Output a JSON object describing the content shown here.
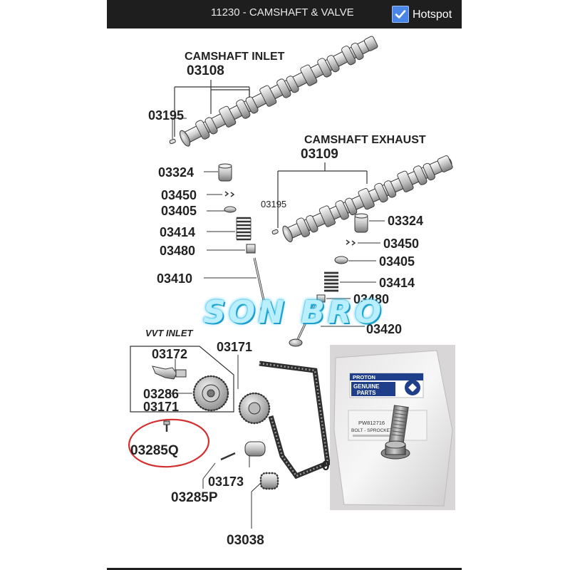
{
  "header": {
    "title": "11230 - CAMSHAFT & VALVE",
    "hotspot_label": "Hotspot",
    "hotspot_checked": true
  },
  "diagram": {
    "camshaft_inlet_title": "CAMSHAFT INLET",
    "camshaft_inlet_code": "03108",
    "camshaft_exhaust_title": "CAMSHAFT EXHAUST",
    "camshaft_exhaust_code": "03109",
    "vvt_inlet_title": "VVT INLET",
    "left_parts": {
      "key_inlet": "03195",
      "lifter": "03324",
      "collet": "03450",
      "retainer": "03405",
      "spring": "03414",
      "seal": "03480",
      "valve": "03410"
    },
    "right_parts": {
      "key_exhaust": "03195",
      "lifter": "03324",
      "collet": "03450",
      "retainer": "03405",
      "spring": "03414",
      "seal": "03480",
      "valve": "03420"
    },
    "vvt_parts": {
      "solenoid": "03172",
      "bolt": "03286",
      "sprocket": "03171"
    },
    "lower_parts": {
      "sprocket": "03171",
      "highlighted_bolt": "03285Q",
      "tensioner": "03173",
      "bolt_p": "03285P",
      "idler": "03038",
      "cut_label": "0"
    },
    "highlight_color": "#d32f2f"
  },
  "watermark": "SON BRO",
  "photo": {
    "brand": "PROTON",
    "genuine_line1": "GENUINE",
    "genuine_line2": "PARTS",
    "part_number": "PW812716",
    "part_desc": "BOLT - SPROCKET",
    "accent_color": "#1f3f8a"
  }
}
